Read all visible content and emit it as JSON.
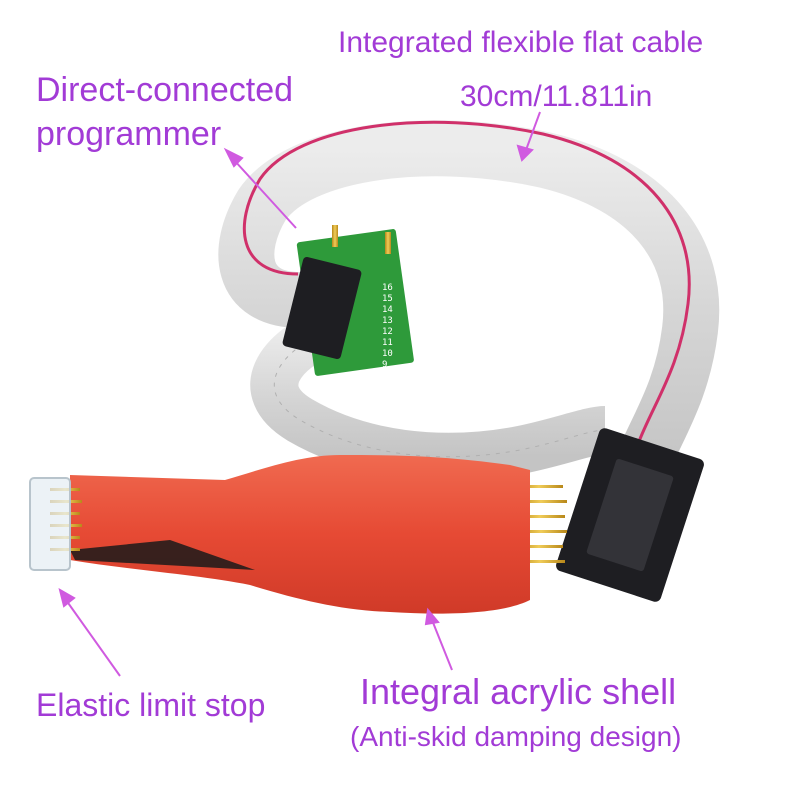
{
  "annotations": {
    "flat_cable_line1": "Integrated flexible flat cable",
    "flat_cable_line2": "30cm/11.811in",
    "programmer_line1": "Direct-connected",
    "programmer_line2": "programmer",
    "limit_stop": "Elastic limit stop",
    "shell_line1": "Integral acrylic shell",
    "shell_line2": "(Anti-skid damping design)"
  },
  "pcb_pin_numbers": [
    "16",
    "15",
    "14",
    "13",
    "12",
    "11",
    "10",
    "9"
  ],
  "colors": {
    "annotation": "#a23bd6",
    "probe_body": "#e8503c",
    "cable": "#dcdcdc",
    "cable_stripe": "#d0306a",
    "pcb": "#2e9a3a",
    "connector": "#1e1e22",
    "pins": "#d4a62a"
  }
}
